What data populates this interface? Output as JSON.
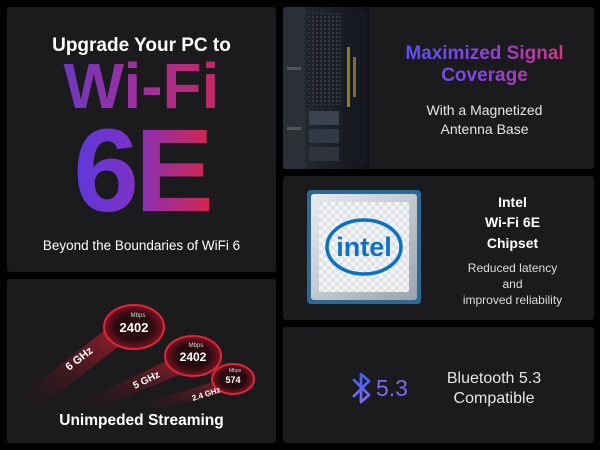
{
  "wifi_panel": {
    "headline": "Upgrade Your PC to",
    "brand_line1": "Wi-Fi",
    "brand_line2": "6E",
    "tagline": "Beyond the Boundaries of WiFi 6"
  },
  "signal_panel": {
    "title_line1": "Maximized Signal",
    "title_line2": "Coverage",
    "subtitle_line1": "With a Magnetized",
    "subtitle_line2": "Antenna Base"
  },
  "chipset_panel": {
    "logo_text": "intel",
    "title_line1": "Intel",
    "title_line2": "Wi-Fi 6E",
    "title_line3": "Chipset",
    "sub_line1": "Reduced latency",
    "sub_line2": "and",
    "sub_line3": "improved reliability"
  },
  "streaming_panel": {
    "label": "Unimpeded Streaming",
    "bands": [
      {
        "band": "6 GHz",
        "speed": "2402",
        "unit": "Mbps"
      },
      {
        "band": "5 GHz",
        "speed": "2402",
        "unit": "Mbps"
      },
      {
        "band": "2.4 GHz",
        "speed": "574",
        "unit": "Mbps"
      }
    ]
  },
  "bluetooth_panel": {
    "icon": "bluetooth-icon",
    "version": "5.3",
    "text_line1": "Bluetooth 5.3",
    "text_line2": "Compatible"
  },
  "colors": {
    "panel_bg": "#1b1b1d",
    "gradient_blue": "#3b3ff0",
    "gradient_red": "#e0243a",
    "bluetooth_purple": "#7a6cf0"
  }
}
